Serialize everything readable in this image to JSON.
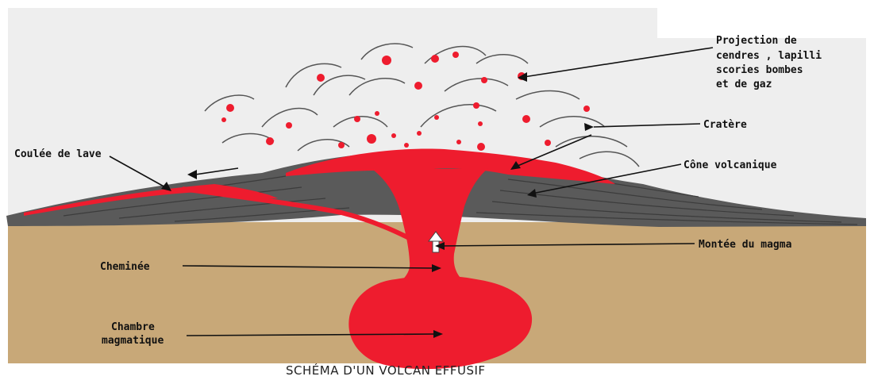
{
  "title": "SCHÉMA D'UN VOLCAN EFFUSIF",
  "labels": {
    "projection_1": "Projection de",
    "projection_2": "cendres , lapilli",
    "projection_3": "scories bombes",
    "projection_4": "et de gaz",
    "cratere": "Cratère",
    "coulee": "Coulée de lave",
    "cone": "Cône volcanique",
    "montee": "Montée du magma",
    "cheminee": "Cheminée",
    "chambre_1": "Chambre",
    "chambre_2": "magmatique"
  },
  "colors": {
    "sky": "#eeeeee",
    "ground": "#c8a878",
    "cone": "#5a5a5a",
    "magma": "#ee1c2e",
    "line": "#111111"
  }
}
